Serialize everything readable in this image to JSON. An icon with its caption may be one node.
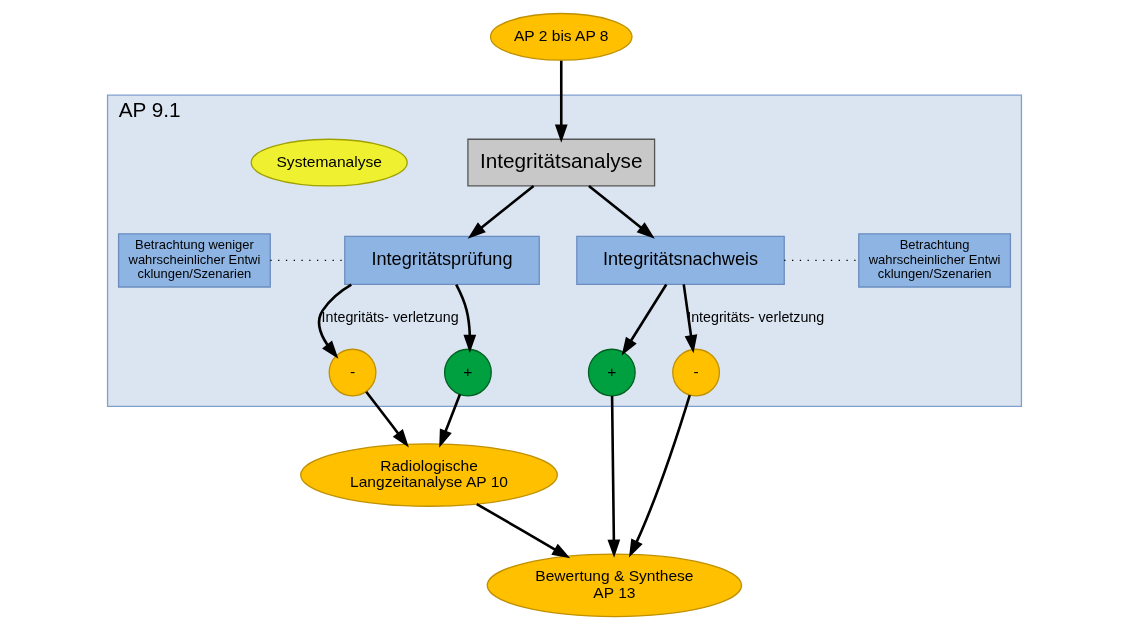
{
  "diagram": {
    "nodes": [
      {
        "text": [
          "AP 2 bis AP 8"
        ]
      },
      {
        "text": [
          "AP 9.1"
        ]
      },
      {
        "text": [
          "Integritätsanalyse"
        ],
        "in": 1
      },
      {
        "text": [
          "Systemanalyse"
        ],
        "in": 1
      },
      {
        "text": [
          "Betrachtung weniger wahrscheinlicher Entwicklungen/Szenarien"
        ],
        "in": 1
      },
      {
        "text": [
          "Integritätsprüfung"
        ],
        "in": 1
      },
      {
        "text": [
          "Betrachtung wahrscheinlicher Entwicklungen/Szenarien"
        ],
        "in": 1
      },
      {
        "text": [
          "Integritätsnachweis"
        ],
        "in": 1
      },
      {
        "text": [
          "-"
        ],
        "in": 1
      },
      {
        "text": [
          "+"
        ],
        "in": 1
      },
      {
        "text": [
          "+"
        ],
        "in": 1
      },
      {
        "text": [
          "-"
        ],
        "in": 1
      },
      {
        "text": [
          "Radiologische Langzeitanalyse AP 10"
        ]
      },
      {
        "text": [
          "Bewertung & Synthese AP 13"
        ]
      }
    ],
    "edges": [
      {
        "from": 0,
        "to": 2,
        "arrow": "to"
      },
      {
        "from": 2,
        "to": 5,
        "arrow": "to"
      },
      {
        "from": 2,
        "to": 7,
        "arrow": "to"
      },
      {
        "from": 4,
        "to": 5,
        "arrow": "none",
        "style": "dashed"
      },
      {
        "from": 7,
        "to": 6,
        "arrow": "none",
        "style": "dashed"
      },
      {
        "from": 5,
        "to": 8,
        "arrow": "to",
        "label": "Integritäts- verletzung"
      },
      {
        "from": 5,
        "to": 9,
        "arrow": "to"
      },
      {
        "from": 7,
        "to": 10,
        "arrow": "to"
      },
      {
        "from": 7,
        "to": 11,
        "arrow": "to",
        "label": "Integritäts- verletzung"
      },
      {
        "from": 8,
        "to": 12,
        "arrow": "to"
      },
      {
        "from": 9,
        "to": 12,
        "arrow": "to"
      },
      {
        "from": 10,
        "to": 13,
        "arrow": "to"
      },
      {
        "from": 11,
        "to": 13,
        "arrow": "to"
      },
      {
        "from": 12,
        "to": 13,
        "arrow": "to"
      }
    ]
  }
}
